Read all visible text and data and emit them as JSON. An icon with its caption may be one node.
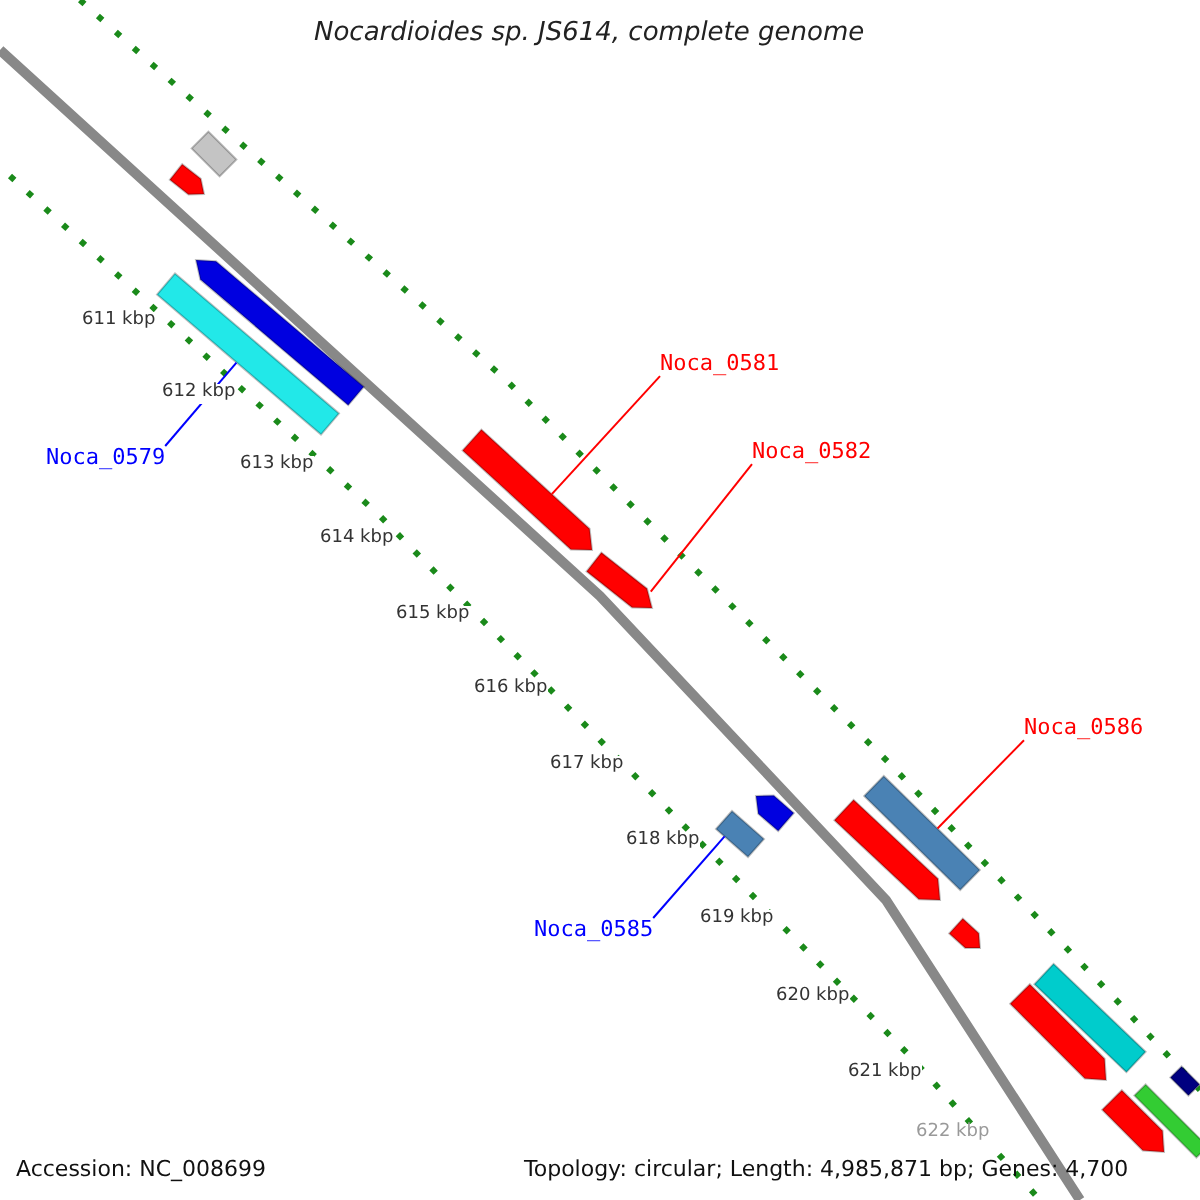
{
  "diagram": {
    "title": "Nocardioides sp. JS614, complete genome",
    "nodes": [
      {
        "text": [],
        "shape": "bar"
      },
      {
        "text": [],
        "shape": "arrow"
      },
      {
        "text": [],
        "shape": "arrow"
      },
      {
        "text": [],
        "shape": "bar"
      },
      {
        "text": [
          "Noca_0581"
        ]
      },
      {
        "text": [],
        "shape": "arrow"
      },
      {
        "text": [
          "Noca_0582"
        ]
      },
      {
        "text": [
          "Noca_0579"
        ]
      },
      {
        "text": [],
        "shape": "arrow"
      },
      {
        "text": [
          "Noca_0586"
        ]
      },
      {
        "text": [],
        "shape": "bar"
      },
      {
        "text": [],
        "shape": "arrow"
      },
      {
        "text": [],
        "shape": "arrow"
      },
      {
        "text": [],
        "shape": "bar"
      },
      {
        "text": [
          "Noca_0585"
        ]
      },
      {
        "text": [],
        "shape": "arrow"
      },
      {
        "text": [],
        "shape": "bar"
      },
      {
        "text": [],
        "shape": "arrow"
      },
      {
        "text": [],
        "shape": "bar"
      },
      {
        "text": [],
        "shape": "bar"
      },
      {
        "text": [],
        "shape": "arrow"
      }
    ],
    "edges": [
      {
        "from": 7,
        "to": 3,
        "arrow": "none",
        "color": "#0000ff"
      },
      {
        "from": 4,
        "to": 5,
        "arrow": "none"
      },
      {
        "from": 6,
        "to": 8,
        "arrow": "none"
      },
      {
        "from": 14,
        "to": 13,
        "arrow": "none",
        "color": "#0000ff"
      },
      {
        "from": 9,
        "to": 10,
        "arrow": "none"
      }
    ],
    "labels": [
      "611 kbp",
      "612 kbp",
      "613 kbp",
      "614 kbp",
      "615 kbp",
      "616 kbp",
      "617 kbp",
      "618 kbp",
      "619 kbp",
      "620 kbp",
      "621 kbp",
      "622 kbp",
      "Accession: NC_008699",
      "Topology: circular; Length: 4,985,871 bp; Genes: 4,700"
    ]
  }
}
